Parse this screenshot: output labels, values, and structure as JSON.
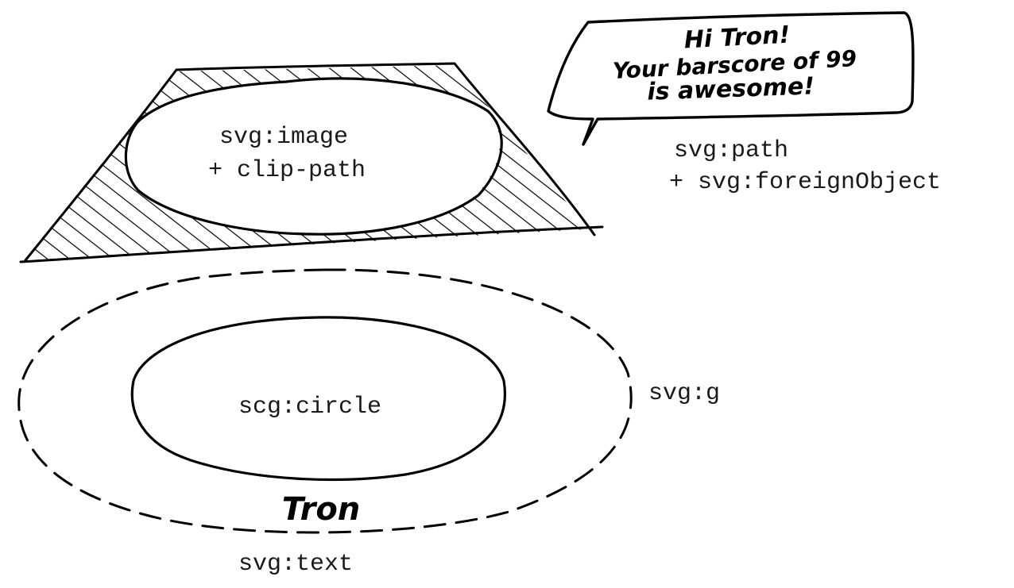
{
  "colors": {
    "ink": "#000000",
    "paper": "#ffffff",
    "label": "#1a1a1a"
  },
  "diagram": {
    "image_block": {
      "label_line1": "svg:image",
      "label_line2": "+ clip-path"
    },
    "speech_bubble": {
      "text_line1": "Hi Tron!",
      "text_line2": "Your barscore of 99",
      "text_line3": "is awesome!",
      "label_line1": "svg:path",
      "label_line2": "+ svg:foreignObject"
    },
    "group_block": {
      "label": "svg:g",
      "circle_label": "scg:circle",
      "handwritten_name": "Tron",
      "text_label": "svg:text"
    }
  }
}
